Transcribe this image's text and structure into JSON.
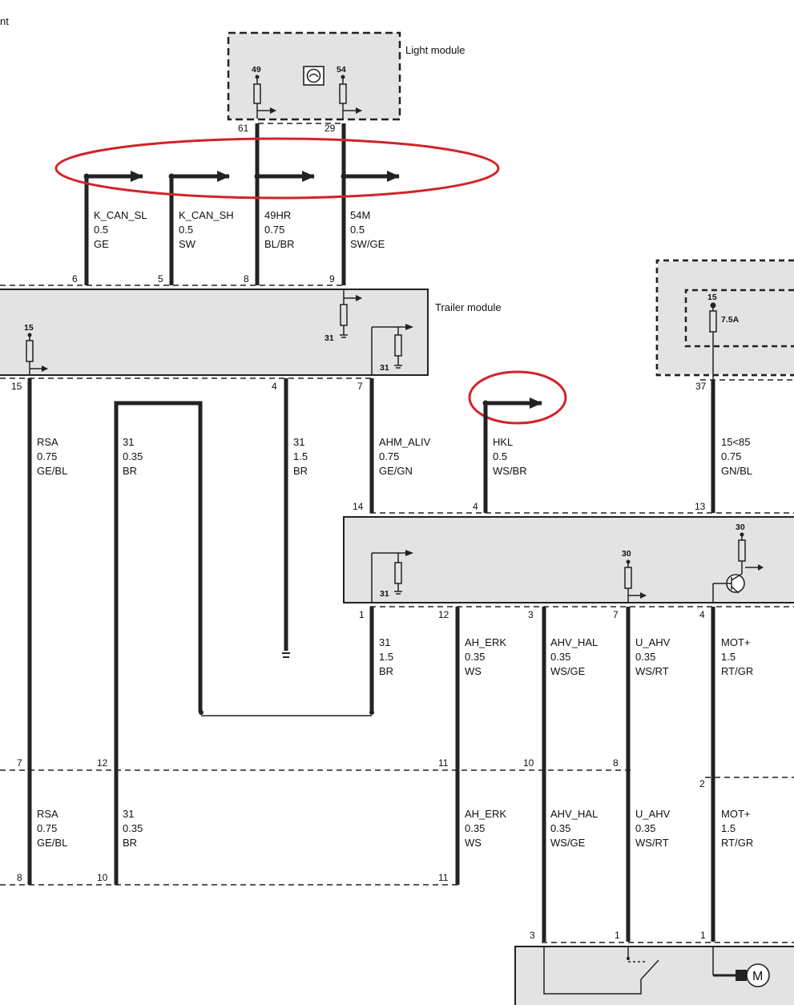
{
  "corner_text": "nt",
  "modules": {
    "light": "Light module",
    "trailer": "Trailer module"
  },
  "light_module": {
    "term_left": "49",
    "term_right": "54",
    "pin_left": "61",
    "pin_right": "29"
  },
  "trailer_module": {
    "pin_top": [
      "6",
      "5",
      "8",
      "9"
    ],
    "pin_bottom": [
      "15",
      "4",
      "7"
    ],
    "term_left": "15",
    "ground_top": "31",
    "ground_right": "31"
  },
  "fuse_box": {
    "term": "15",
    "rating": "7.5A",
    "pin": "37"
  },
  "control_module": {
    "pin_top": [
      "14",
      "4",
      "13"
    ],
    "pin_bottom": [
      "1",
      "12",
      "3",
      "7",
      "4"
    ],
    "ground": "31",
    "term_mid": "30",
    "term_right": "30"
  },
  "connector_1": {
    "pins": [
      "7",
      "12",
      "11",
      "10",
      "8",
      "2"
    ]
  },
  "connector_2": {
    "pins": [
      "8",
      "10",
      "11"
    ]
  },
  "motor_module": {
    "pins": [
      "3",
      "1",
      "1"
    ],
    "motor_symbol": "M"
  },
  "wires_top": [
    {
      "name": "K_CAN_SL",
      "size": "0.5",
      "color": "GE"
    },
    {
      "name": "K_CAN_SH",
      "size": "0.5",
      "color": "SW"
    },
    {
      "name": "49HR",
      "size": "0.75",
      "color": "BL/BR"
    },
    {
      "name": "54M",
      "size": "0.5",
      "color": "SW/GE"
    }
  ],
  "wires_mid": [
    {
      "name": "RSA",
      "size": "0.75",
      "color": "GE/BL"
    },
    {
      "name": "31",
      "size": "0.35",
      "color": "BR"
    },
    {
      "name": "31",
      "size": "1.5",
      "color": "BR"
    },
    {
      "name": "AHM_ALIV",
      "size": "0.75",
      "color": "GE/GN"
    },
    {
      "name": "HKL",
      "size": "0.5",
      "color": "WS/BR"
    },
    {
      "name": "15<85",
      "size": "0.75",
      "color": "GN/BL"
    }
  ],
  "wires_lower": [
    {
      "name": "31",
      "size": "1.5",
      "color": "BR"
    },
    {
      "name": "AH_ERK",
      "size": "0.35",
      "color": "WS"
    },
    {
      "name": "AHV_HAL",
      "size": "0.35",
      "color": "WS/GE"
    },
    {
      "name": "U_AHV",
      "size": "0.35",
      "color": "WS/RT"
    },
    {
      "name": "MOT+",
      "size": "1.5",
      "color": "RT/GR"
    }
  ],
  "wires_bottom": [
    {
      "name": "RSA",
      "size": "0.75",
      "color": "GE/BL"
    },
    {
      "name": "31",
      "size": "0.35",
      "color": "BR"
    },
    {
      "name": "AH_ERK",
      "size": "0.35",
      "color": "WS"
    },
    {
      "name": "AHV_HAL",
      "size": "0.35",
      "color": "WS/GE"
    },
    {
      "name": "U_AHV",
      "size": "0.35",
      "color": "WS/RT"
    },
    {
      "name": "MOT+",
      "size": "1.5",
      "color": "RT/GR"
    }
  ],
  "colors": {
    "module_fill": "#e3e3e3",
    "line": "#222222",
    "highlight": "#d2232a"
  }
}
